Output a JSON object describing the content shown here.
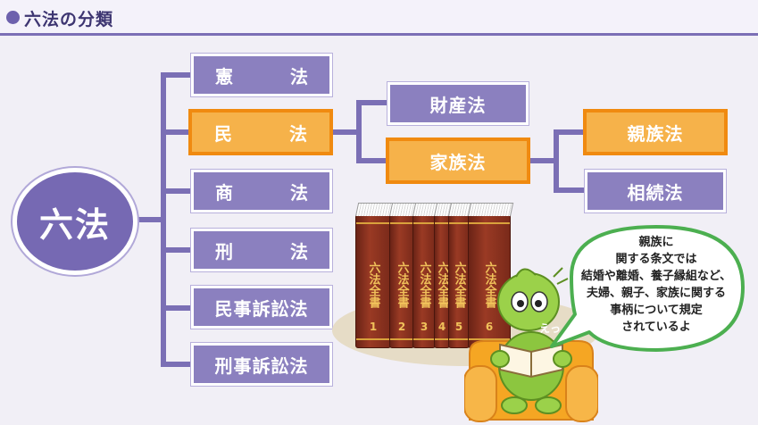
{
  "header": {
    "title": "六法の分類"
  },
  "tree": {
    "root": "六法",
    "level1": [
      "憲　法",
      "民　法",
      "商　法",
      "刑　法",
      "民事訴訟法",
      "刑事訴訟法"
    ],
    "civil_children": [
      "財産法",
      "家族法"
    ],
    "family_children": [
      "親族法",
      "相続法"
    ]
  },
  "books": {
    "spine_title": "六法全書",
    "volumes": [
      "1",
      "2",
      "3",
      "4",
      "5",
      "6"
    ]
  },
  "mascot": {
    "badge": "えっ"
  },
  "speech_bubble": {
    "lines": [
      "親族に",
      "関する条文では",
      "結婚や離婚、養子縁組など、",
      "夫婦、親子、家族に関する",
      "事柄について規定",
      "されているよ"
    ]
  },
  "colors": {
    "purple_box": "#8b80bf",
    "orange_box": "#f6b24a",
    "orange_border": "#f08a10",
    "line": "#7b6fb5"
  }
}
